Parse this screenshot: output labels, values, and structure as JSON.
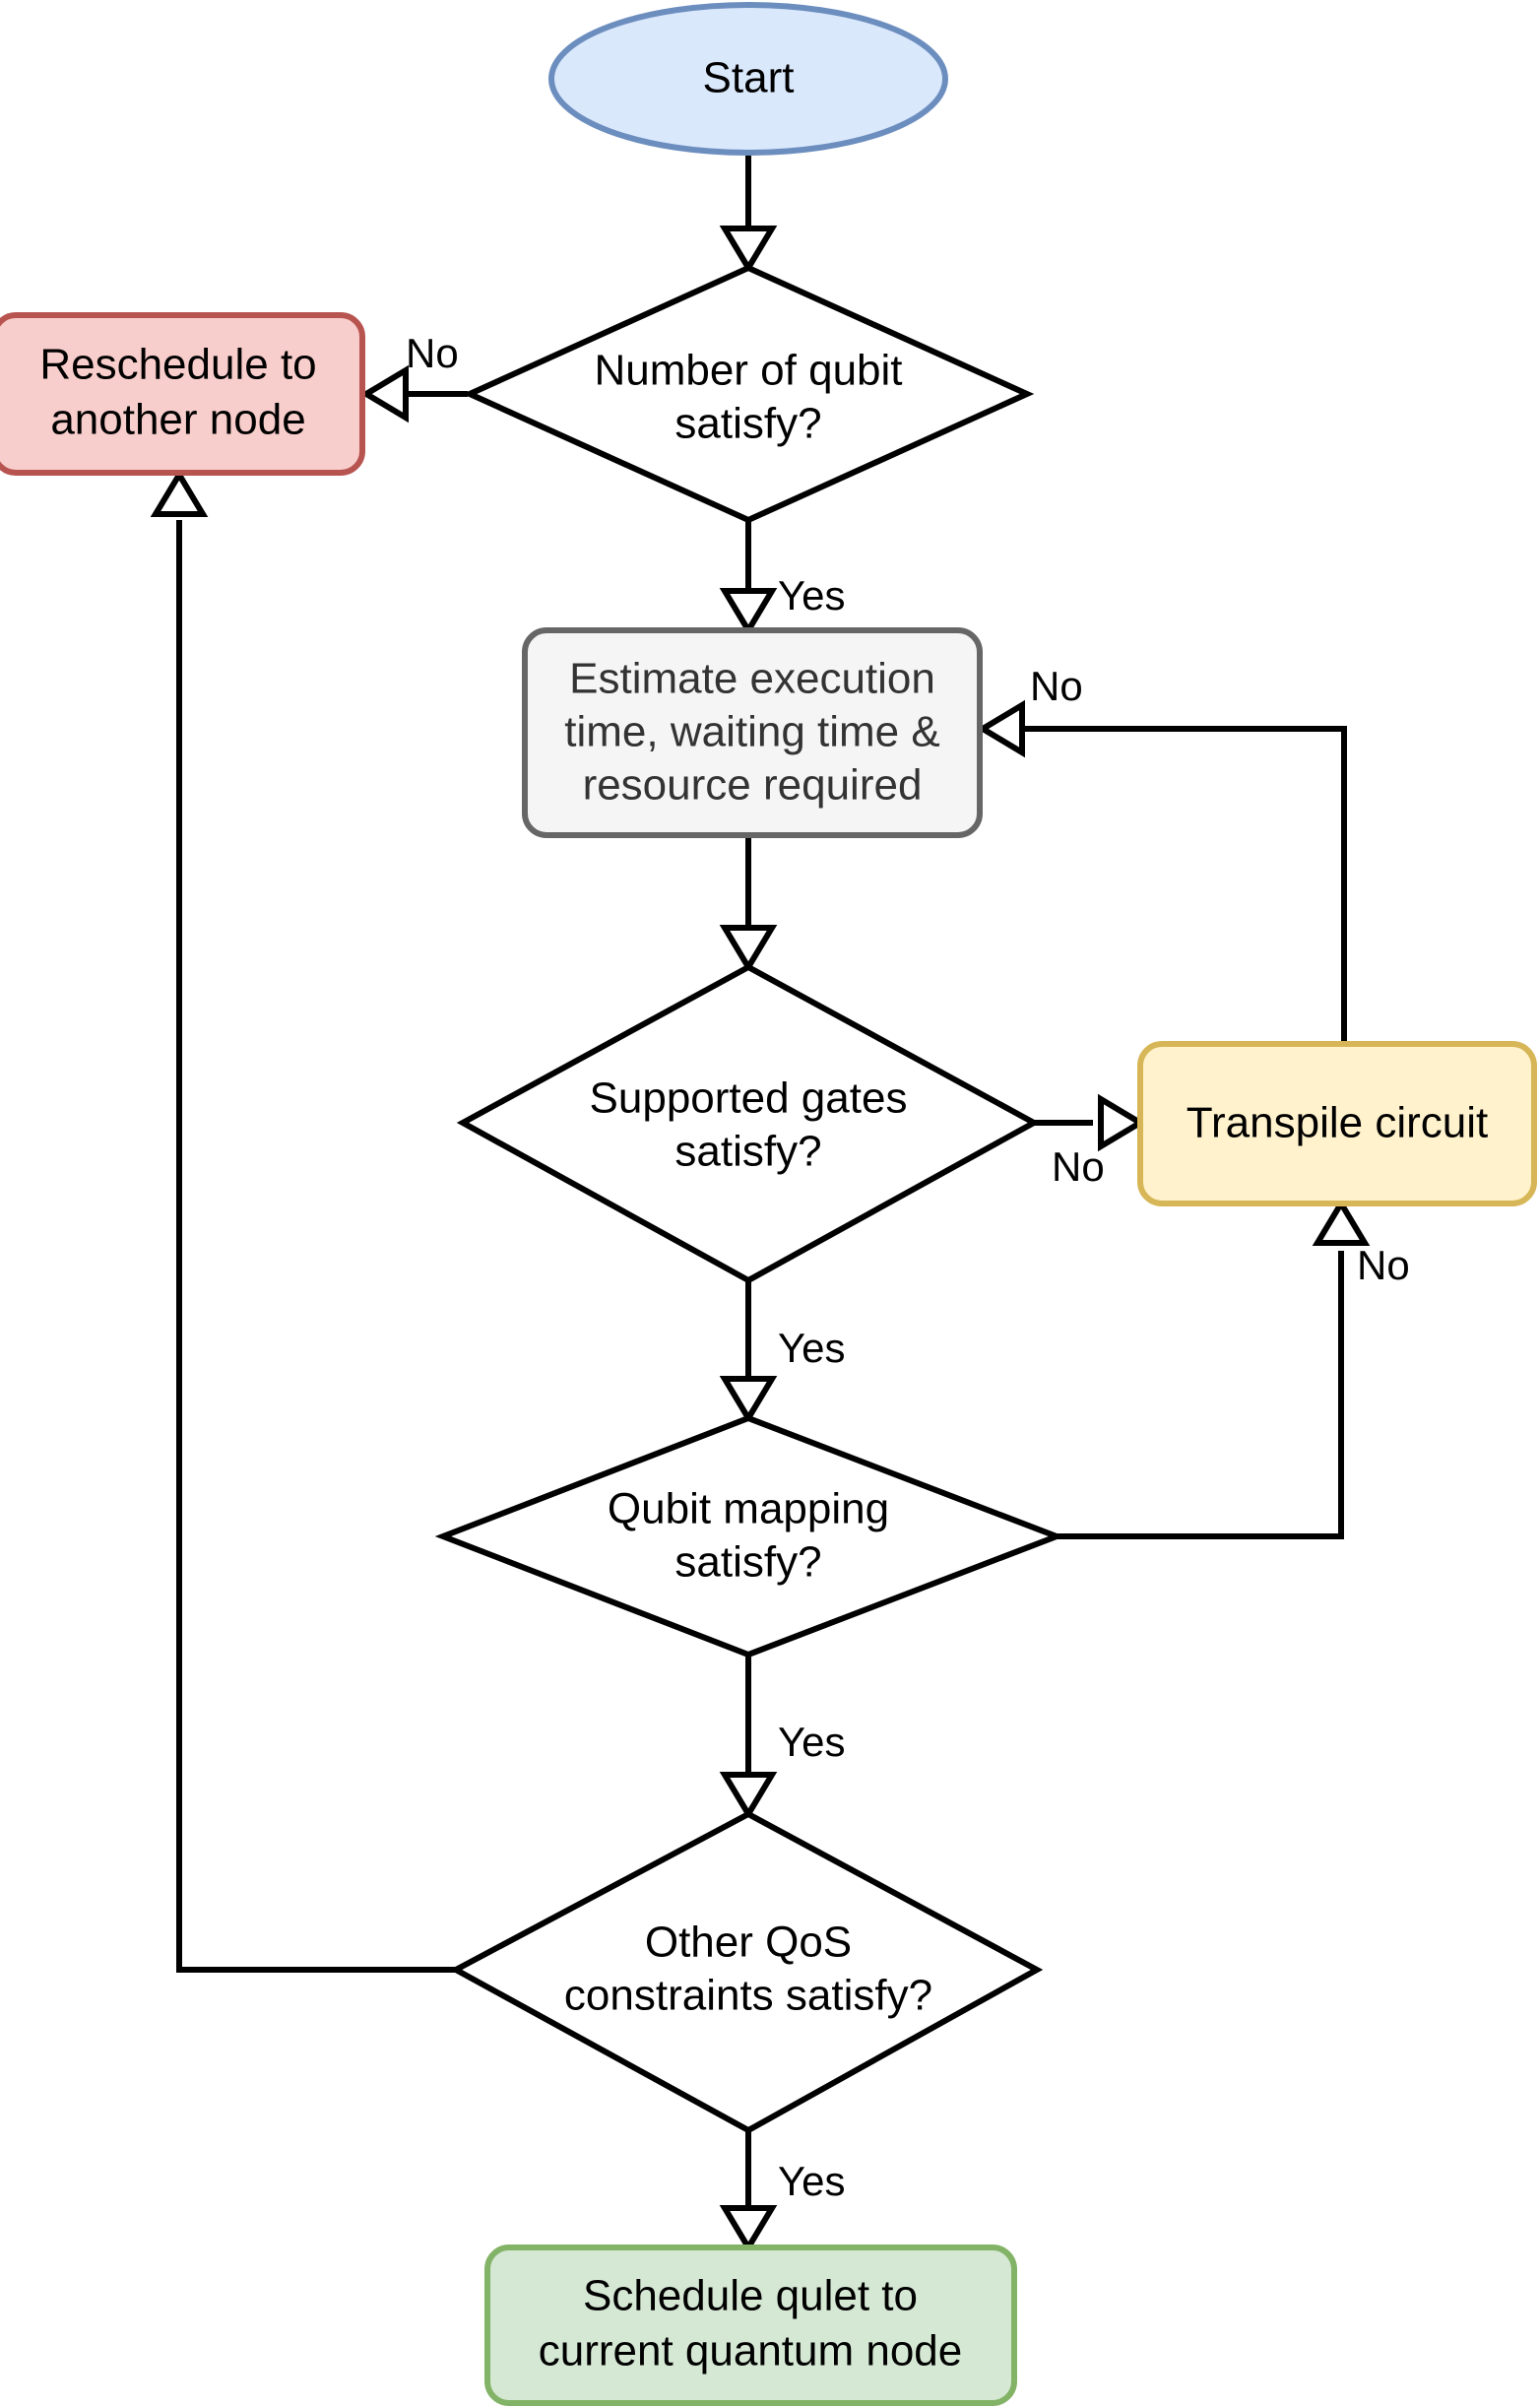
{
  "diagram": {
    "title": "Quantum job scheduling decision flow",
    "background": "#ffffff",
    "line_color": "#000000"
  },
  "nodes": {
    "start": {
      "label": "Start",
      "shape": "ellipse",
      "fill": "#dae8fc",
      "stroke": "#6c8ebf"
    },
    "reschedule": {
      "line1": "Reschedule to",
      "line2": "another node",
      "shape": "rounded-rect",
      "fill": "#f8cecc",
      "stroke": "#b85450"
    },
    "qubit_count_decision": {
      "line1": "Number of qubit",
      "line2": "satisfy?",
      "shape": "diamond",
      "fill": "#ffffff",
      "stroke": "#000000"
    },
    "estimate": {
      "line1": "Estimate execution",
      "line2": "time, waiting time &",
      "line3": "resource required",
      "shape": "rounded-rect",
      "fill": "#f5f5f5",
      "stroke": "#666666"
    },
    "gates_decision": {
      "line1": "Supported gates",
      "line2": "satisfy?",
      "shape": "diamond",
      "fill": "#ffffff",
      "stroke": "#000000"
    },
    "transpile": {
      "label": "Transpile circuit",
      "shape": "rounded-rect",
      "fill": "#fff2cc",
      "stroke": "#d6b656"
    },
    "mapping_decision": {
      "line1": "Qubit mapping",
      "line2": "satisfy?",
      "shape": "diamond",
      "fill": "#ffffff",
      "stroke": "#000000"
    },
    "qos_decision": {
      "line1": "Other QoS",
      "line2": "constraints satisfy?",
      "shape": "diamond",
      "fill": "#ffffff",
      "stroke": "#000000"
    },
    "schedule": {
      "line1": "Schedule qulet to",
      "line2": "current quantum node",
      "shape": "rounded-rect",
      "fill": "#d5e8d4",
      "stroke": "#82b366"
    }
  },
  "edges": {
    "start_to_qubit": {
      "label": ""
    },
    "qubit_no": {
      "label": "No"
    },
    "qubit_yes": {
      "label": "Yes"
    },
    "estimate_to_gates": {
      "label": ""
    },
    "gates_no": {
      "label": "No"
    },
    "gates_yes": {
      "label": "Yes"
    },
    "transpile_to_estimate": {
      "label": "No"
    },
    "mapping_no": {
      "label": "No"
    },
    "mapping_yes": {
      "label": "Yes"
    },
    "qos_no": {
      "label": ""
    },
    "qos_yes": {
      "label": "Yes"
    }
  }
}
